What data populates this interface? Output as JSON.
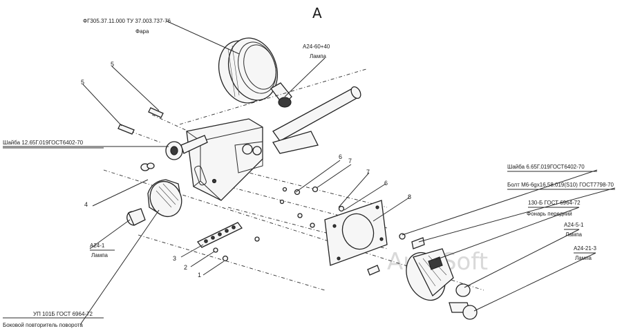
{
  "view_letter": "A",
  "watermark": "AutoSoft",
  "labels": {
    "headlight_spec": "ФГ305.37.11.000 ТУ 37.003.737-76",
    "headlight_name": "Фара",
    "lamp_top_code": "А24-60+40",
    "lamp_top_name": "Лампа",
    "washer_left": "Шайба 12.65Г.019ГОСТ6402-70",
    "lamp_left_code": "А24-1",
    "lamp_left_name": "Лампа",
    "repeater_spec": "УП 101Б ГОСТ 6964-72",
    "repeater_name": "Боковой повторитель поворота",
    "washer_right": "Шайба 6.65Г.019ГОСТ6402-70",
    "bolt_right": "Болт М6-6gх16.58.019(S10) ГОСТ7798-70",
    "front_lamp_spec": "130-Б ГОСТ 6964-72",
    "front_lamp_name": "Фонарь передний",
    "lamp_r1_code": "А24-5-1",
    "lamp_r1_name": "Лампа",
    "lamp_r2_code": "А24-21-3",
    "lamp_r2_name": "Лампа"
  },
  "callouts": {
    "n5a": "5",
    "n5b": "5",
    "n4": "4",
    "n3": "3",
    "n2": "2",
    "n1": "1",
    "n6a": "6",
    "n7a": "7",
    "n7b": "7",
    "n6b": "6",
    "n8": "8"
  }
}
